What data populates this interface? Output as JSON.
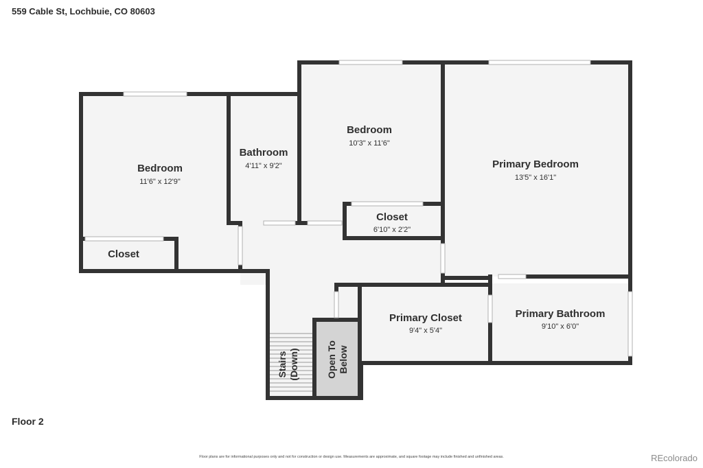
{
  "header": {
    "address": "559 Cable St, Lochbuie, CO 80603"
  },
  "floor_label": "Floor 2",
  "rooms": [
    {
      "name": "Bedroom",
      "dims": "11'6\" x 12'9\""
    },
    {
      "name": "Bathroom",
      "dims": "4'11\" x 9'2\""
    },
    {
      "name": "Bedroom",
      "dims": "10'3\" x 11'6\""
    },
    {
      "name": "Primary Bedroom",
      "dims": "13'5\" x 16'1\""
    },
    {
      "name": "Closet",
      "dims": "6'10\" x 2'2\""
    },
    {
      "name": "Closet"
    },
    {
      "name": "Primary Closet",
      "dims": "9'4\" x 5'4\""
    },
    {
      "name": "Primary Bathroom",
      "dims": "9'10\" x 6'0\""
    }
  ],
  "stairs": {
    "line1": "Stairs",
    "line2": "(Down)"
  },
  "open": {
    "line1": "Open To",
    "line2": "Below"
  },
  "footer": {
    "disclaimer": "Floor plans are for informational purposes only and not for construction or design use. Measurements are approximate, and square footage may include finished and unfinished areas.",
    "brand": "REcolorado"
  },
  "colors": {
    "wall": "#333333",
    "floor": "#f4f4f4",
    "open_area": "#d4d4d4"
  }
}
